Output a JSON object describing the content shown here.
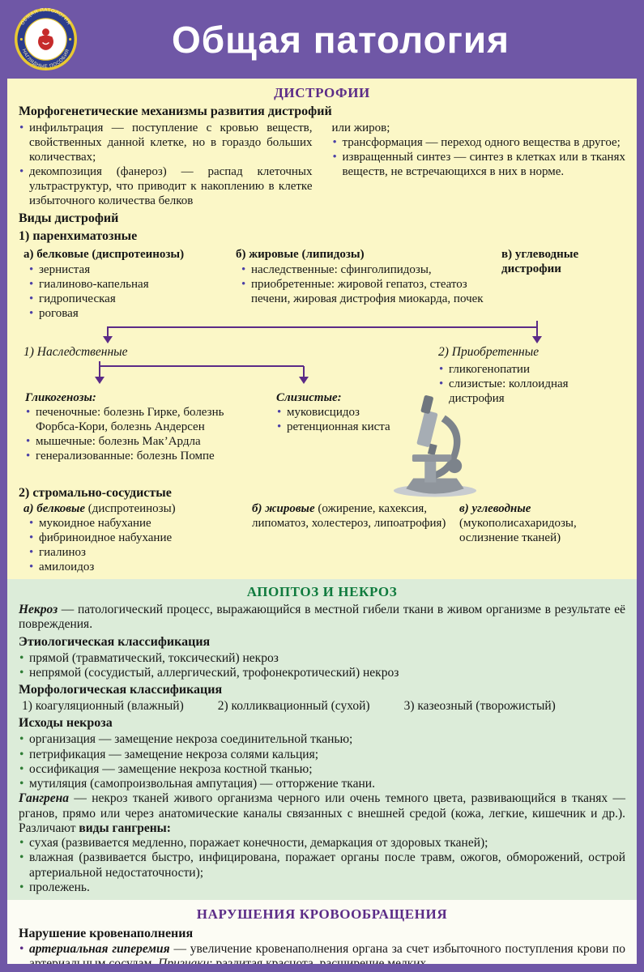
{
  "header": {
    "title": "Общая патология",
    "logo": {
      "top_text": "ОБЩАЯ ПАТОЛОГИЯ",
      "bottom_text": "НАГЛЯДНЫЕ ПОСОБИЯ"
    }
  },
  "dystrophies": {
    "title": "ДИСТРОФИИ",
    "mechanisms": {
      "heading": "Морфогенетические механизмы развития дистрофий",
      "left_items": [
        "инфильтрация — поступление с кровью веществ, свойственных данной клетке, но в гораздо больших количествах;",
        "декомпозиция (фанероз) — распад клеточных ультраструктур, что приводит к накоплению в клетке избыточного количества белков"
      ],
      "right_lead": "или жиров;",
      "right_items": [
        "трансформация — переход одного вещества в другое;",
        "извращенный синтез — синтез в клетках или в тканях веществ, не встречающихся в них в норме."
      ]
    },
    "types_heading": "Виды дистрофий",
    "parenchymal": {
      "heading": "1) паренхиматозные",
      "col_a": {
        "title": "а) белковые (диспротеинозы)",
        "items": [
          "зернистая",
          "гиалиново-капельная",
          "гидропическая",
          "роговая"
        ]
      },
      "col_b": {
        "title": "б) жировые (липидозы)",
        "items": [
          "наследственные: сфинголипидозы,",
          "приобретенные: жировой гепатоз, стеатоз печени, жировая дистрофия миокарда, почек"
        ]
      },
      "col_c": {
        "title": "в) углеводные дистрофии"
      }
    },
    "carbohydrate_split": {
      "hereditary_label": "1) Наследственные",
      "acquired_label": "2) Приобретенные",
      "acquired_items": [
        "гликогенопатии",
        "слизистые: коллоидная дистрофия"
      ],
      "glycogenoses": {
        "title": "Гликогенозы:",
        "items": [
          "печеночные: болезнь Гирке, болезнь Форбса-Кори, болезнь Андерсен",
          "мышечные: болезнь Мак’Ардла",
          "генерализованные: болезнь Помпе"
        ]
      },
      "mucous": {
        "title": "Слизистые:",
        "items": [
          "муковисцидоз",
          "ретенционная киста"
        ]
      }
    },
    "stromal": {
      "heading": "2) стромально-сосудистые",
      "col_a": {
        "term": "а) белковые",
        "rest": " (диспротеинозы)",
        "items": [
          "мукоидное набухание",
          "фибриноидное набухание",
          "гиалиноз",
          "амилоидоз"
        ]
      },
      "col_b": {
        "term": "б) жировые",
        "rest": " (ожирение, кахексия, липоматоз, холестероз, липоатрофия)"
      },
      "col_c": {
        "term": "в) углеводные",
        "rest": " (мукополисахаридозы, ослизнение тканей)"
      }
    }
  },
  "necrosis": {
    "title": "АПОПТОЗ И НЕКРОЗ",
    "definition": {
      "term": "Некроз",
      "text": " — патологический процесс, выражающийся в местной гибели ткани в живом организме в результате её повреждения."
    },
    "etiological": {
      "heading": "Этиологическая классификация",
      "items": [
        "прямой (травматический, токсический) некроз",
        "непрямой (сосудистый, аллергический, трофонекротический) некроз"
      ]
    },
    "morphological": {
      "heading": "Морфологическая классификация",
      "items": [
        "1) коагуляционный (влажный)",
        "2) колликвационный (сухой)",
        "3) казеозный (творожистый)"
      ]
    },
    "outcomes": {
      "heading": "Исходы некроза",
      "items": [
        "организация — замещение некроза соединительной тканью;",
        "петрификация — замещение некроза солями кальция;",
        "оссификация — замещение некроза костной тканью;",
        "мутиляция (самопроизвольная ампутация) — отторжение ткани."
      ]
    },
    "gangrene": {
      "term": "Гангрена",
      "text": " — некроз тканей живого организма черного или очень темного цвета, развивающийся в тканях —рганов, прямо или через анатомические каналы связанных с внешней средой (кожа, легкие, кишечник и др.). Различают ",
      "bold_tail": "виды гангрены:",
      "items": [
        "сухая (развивается медленно, поражает конечности, демаркация от здоровых тканей);",
        "влажная (развивается быстро, инфицирована, поражает органы после травм, ожогов, обморожений, острой артериальной недостаточности);",
        "пролежень."
      ]
    }
  },
  "circulation": {
    "title": "НАРУШЕНИЯ КРОВООБРАЩЕНИЯ",
    "heading": "Нарушение кровенаполнения",
    "hyperemia": {
      "term": "артериальная гиперемия",
      "text1": " — увеличение кровенаполнения органа за счет избыточного поступления крови по артериальным сосудам. ",
      "term2": "Признаки",
      "text2": ": разлитая краснота, расширение мелких"
    }
  },
  "illustrations": {
    "microscope": "microscope-photo",
    "logo": "round-publisher-badge"
  },
  "colors": {
    "frame_purple": "#6f57a6",
    "yellow_bg": "#fbf7c7",
    "green_bg": "#dcecd9",
    "white_bg": "#fcfcf4",
    "title_purple": "#5b2b87",
    "title_green": "#0f7a3d",
    "bullet_violet": "#4a3fa6",
    "bullet_green": "#2e7d35",
    "arrow_purple": "#5b2b87"
  }
}
